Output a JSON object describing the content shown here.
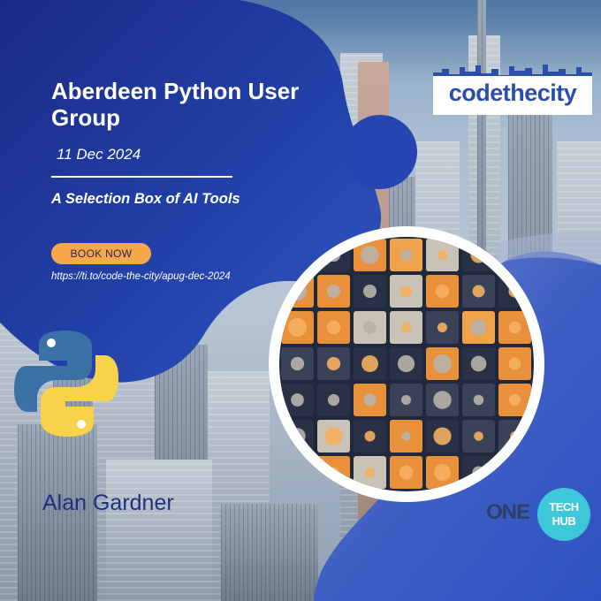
{
  "event": {
    "title": "Aberdeen Python User Group",
    "date": "11 Dec 2024",
    "talk_title": "A Selection Box of AI Tools",
    "book_label": "BOOK NOW",
    "url": "https://ti.to/code-the-city/apug-dec-2024",
    "speaker": "Alan Gardner"
  },
  "logos": {
    "codethecity": "codethecity",
    "onetechhub_one": "ONE",
    "onetechhub_tech": "TECH",
    "onetechhub_hub": "HUB",
    "python_icon": "python-logo-icon"
  },
  "colors": {
    "primary_blue": "#2240a8",
    "accent_orange": "#f7a84b",
    "white": "#ffffff",
    "speaker_navy": "#20307e",
    "hub_teal": "#3ec7d9",
    "python_blue": "#3a72a8",
    "python_yellow": "#f7d24a"
  }
}
